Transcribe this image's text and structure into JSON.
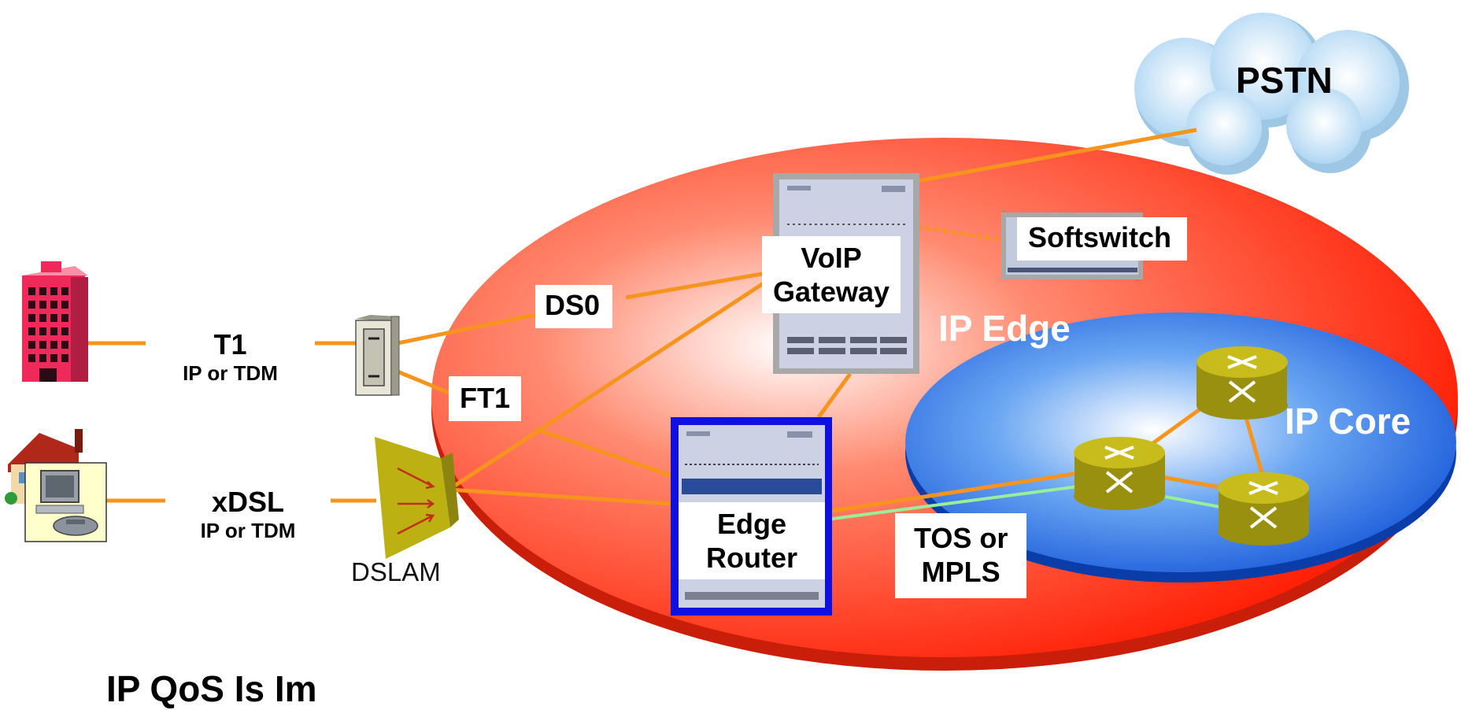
{
  "labels": {
    "pstn": "PSTN",
    "softswitch": "Softswitch",
    "voip_gateway_line1": "VoIP",
    "voip_gateway_line2": "Gateway",
    "ip_edge": "IP Edge",
    "ip_core": "IP Core",
    "ds0": "DS0",
    "ft1": "FT1",
    "t1": "T1",
    "t1_sub": "IP or TDM",
    "xdsl": "xDSL",
    "xdsl_sub": "IP or TDM",
    "dslam": "DSLAM",
    "edge_router_line1": "Edge",
    "edge_router_line2": "Router",
    "tos_line1": "TOS or",
    "tos_line2": "MPLS",
    "footer": "IP QoS Is Im"
  },
  "colors": {
    "link": "#f7941d",
    "qos_link": "#99ee99",
    "edge_zone": "#ff2a1a",
    "core_zone": "#1a6fe6",
    "router_body": "#b5ad17",
    "pstn_cloud": "#d6ecfb",
    "edge_router_frame": "#1010e0"
  },
  "icons": {
    "enterprise": "office-building-icon",
    "residence": "house-with-computer-icon",
    "csu": "channel-bank-icon",
    "dslam": "dslam-icon",
    "gateway": "voip-gateway-icon",
    "softswitch": "softswitch-icon",
    "edge_router": "edge-router-icon",
    "core_router": "router-icon"
  }
}
